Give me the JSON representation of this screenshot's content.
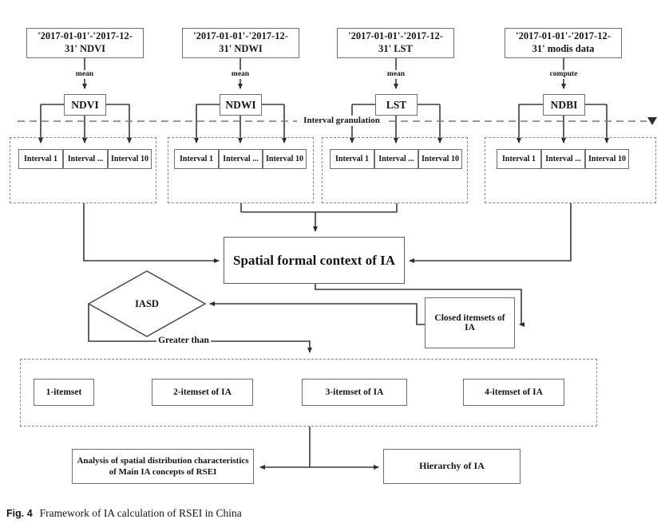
{
  "figure": {
    "caption_label": "Fig. 4",
    "caption_text": "Framework of IA calculation of RSEI in China"
  },
  "sources": [
    {
      "line1": "'2017-01-01'-'2017-12-",
      "line2": "31' NDVI",
      "op": "mean",
      "index": "NDVI"
    },
    {
      "line1": "'2017-01-01'-'2017-12-",
      "line2": "31' NDWI",
      "op": "mean",
      "index": "NDWI"
    },
    {
      "line1": "'2017-01-01'-'2017-12-",
      "line2": "31' LST",
      "op": "mean",
      "index": "LST"
    },
    {
      "line1": "'2017-01-01'-'2017-12-",
      "line2": "31' modis data",
      "op": "compute",
      "index": "NDBI"
    }
  ],
  "granulation": {
    "label": "Interval granulation",
    "intervals": [
      "Interval 1",
      "Interval ...",
      "Interval 10"
    ]
  },
  "context_box": "Spatial formal context of IA",
  "decision": "IASD",
  "closed_itemsets": "Closed itemsets of IA",
  "greater_than": "Greater than",
  "itemsets": [
    "1-itemset",
    "2-itemset of IA",
    "3-itemset of IA",
    "4-itemset of IA"
  ],
  "outputs": {
    "analysis_line1": "Analysis of spatial distribution characteristics",
    "analysis_line2": "of Main IA concepts of RSEI",
    "hierarchy": "Hierarchy of IA"
  },
  "colors": {
    "line": "#3a3a3a",
    "box_border": "#6f6f6f",
    "dashed_border": "#8a8a8a",
    "text": "#14141c",
    "background": "#ffffff"
  }
}
